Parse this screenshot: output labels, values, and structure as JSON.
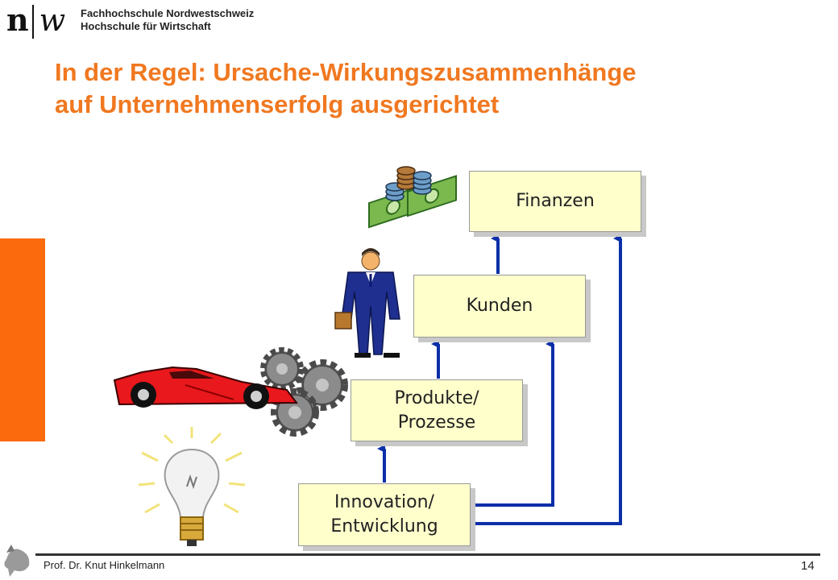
{
  "header": {
    "logo_n": "n",
    "logo_w": "w",
    "school_line1": "Fachhochschule Nordwestschweiz",
    "school_line2": "Hochschule für Wirtschaft"
  },
  "title": {
    "line1": "In der Regel: Ursache-Wirkungszusammenhänge",
    "line2": "auf  Unternehmenserfolg ausgerichtet"
  },
  "diagram": {
    "boxes": {
      "finanzen": "Finanzen",
      "kunden": "Kunden",
      "produkte": "Produkte/\nProzesse",
      "innovation": "Innovation/\nEntwicklung"
    },
    "arrow_color": "#0b2fa8",
    "box_fill": "#ffffcc",
    "accent_orange": "#fb6a0d",
    "title_color": "#f07820",
    "icons": [
      "money-icon",
      "businessman-icon",
      "car-icon",
      "gears-icon",
      "lightbulb-icon"
    ]
  },
  "footer": {
    "author": "Prof. Dr. Knut Hinkelmann",
    "page": "14"
  }
}
